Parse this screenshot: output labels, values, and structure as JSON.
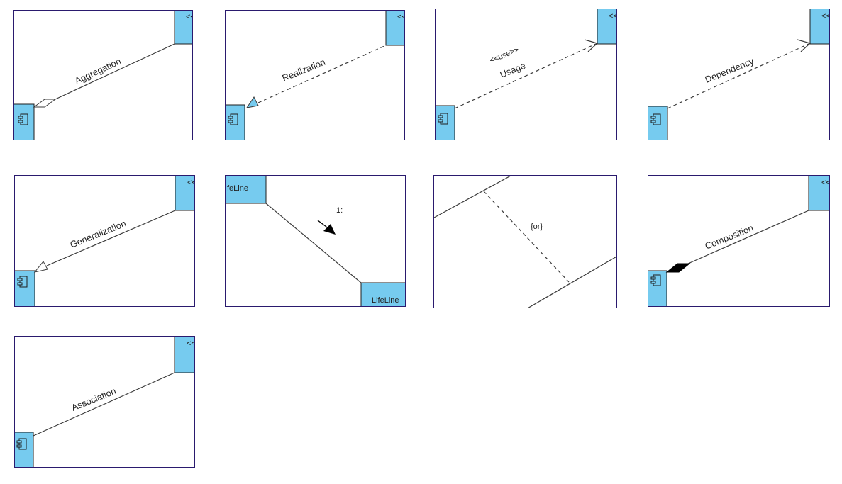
{
  "colors": {
    "component_fill": "#76cbef",
    "tile_border": "#2a1a6e",
    "line": "#3a3a3a"
  },
  "tiles": {
    "aggregation": {
      "label": "Aggregation",
      "box_text": "<<"
    },
    "realization": {
      "label": "Realization",
      "box_text": "<<"
    },
    "usage": {
      "stereotype": "<<use>>",
      "label": "Usage",
      "box_text": "<<"
    },
    "dependency": {
      "label": "Dependency",
      "box_text": "<<"
    },
    "generalization": {
      "label": "Generalization",
      "box_text": "<<"
    },
    "message": {
      "source_lifeline": "feLine",
      "target_lifeline": "LifeLine",
      "message_number": "1:"
    },
    "constraint": {
      "label": "{or}"
    },
    "composition": {
      "label": "Composition",
      "box_text": "<<"
    },
    "association": {
      "label": "Association",
      "box_text": "<<"
    }
  },
  "icons": {
    "component": "component-icon"
  }
}
